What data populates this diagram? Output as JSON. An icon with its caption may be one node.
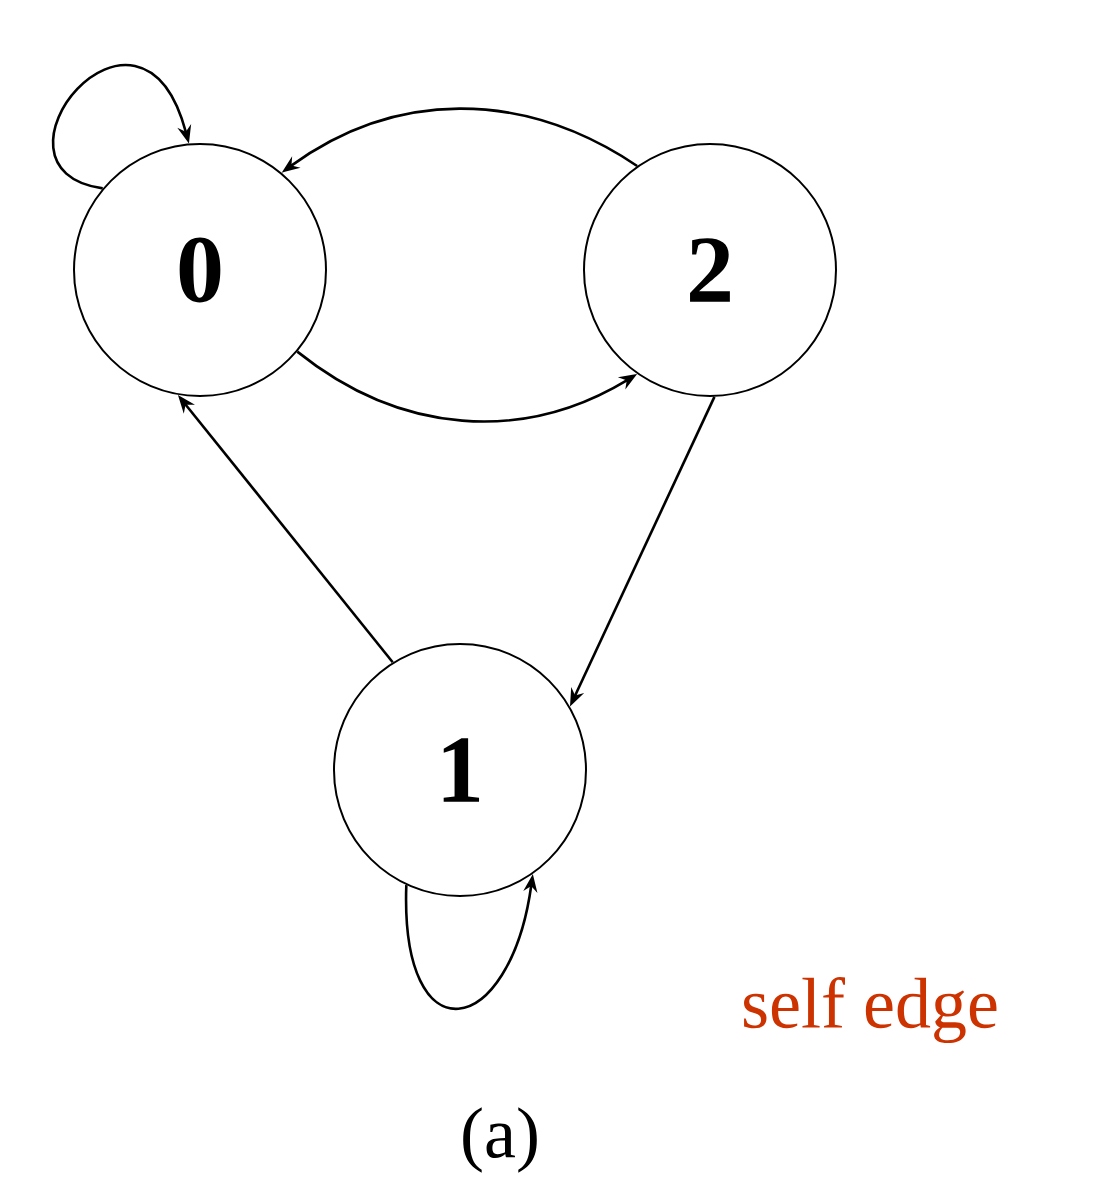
{
  "diagram": {
    "caption": "(a)",
    "nodes": [
      {
        "text": [
          "0"
        ]
      },
      {
        "text": [
          "2"
        ]
      },
      {
        "text": [
          "1"
        ]
      }
    ],
    "edges": [
      {
        "from": 0,
        "to": 0,
        "arrow": "to"
      },
      {
        "from": 1,
        "to": 0,
        "arrow": "to"
      },
      {
        "from": 0,
        "to": 1,
        "arrow": "to"
      },
      {
        "from": 2,
        "to": 0,
        "arrow": "to"
      },
      {
        "from": 1,
        "to": 2,
        "arrow": "to"
      },
      {
        "from": 2,
        "to": 2,
        "arrow": "to"
      }
    ],
    "labels": [
      "self edge"
    ]
  }
}
